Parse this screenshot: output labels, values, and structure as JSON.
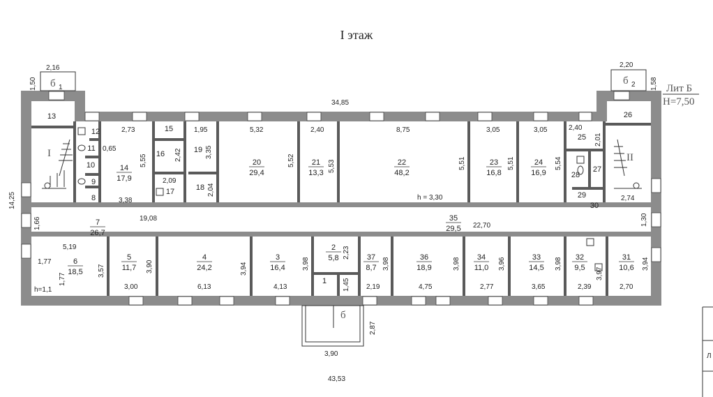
{
  "title": "I этаж",
  "lit": {
    "name": "Лит Б",
    "height": "Н=7,50"
  },
  "ceiling_height": "h = 3,30",
  "ceiling_height_small": "h=1,1",
  "porch_labels": {
    "b1": "б",
    "b1_sub": "1",
    "b2": "б",
    "b2_sub": "2",
    "b_main": "б"
  },
  "stairs": {
    "left": "I",
    "right": "II"
  },
  "dimensions": {
    "overall_top": "34,85",
    "overall_bottom": "43,53",
    "height_left": "14,25",
    "b1_width": "2,16",
    "b1_depth": "1,50",
    "b2_width": "2,20",
    "b2_depth": "1,58",
    "porch_width": "3,90",
    "porch_depth": "2,87",
    "corridor_length": "19,08",
    "corridor_length2": "22,70",
    "corridor_width_left": "1,66",
    "corridor_width_right": "1,30",
    "r14_w": "2,73",
    "r14_h": "5,55",
    "r14_b": "3,38",
    "r14_x": "0,65",
    "r19_w": "1,95",
    "r19_h": "3,35",
    "r16_h": "2,42",
    "r17_w": "2,09",
    "r18_h": "2,04",
    "r20_w": "5,32",
    "r20_h": "5,52",
    "r21_w": "2,40",
    "r21_h": "5,53",
    "r22_w": "8,75",
    "r22_h": "5,51",
    "r23_w": "3,05",
    "r23_h": "5,51",
    "r24_w": "3,05",
    "r24_h": "5,54",
    "r25_w": "2,40",
    "r25_h": "2,01",
    "r26_w": "2,74",
    "r6_w": "5,19",
    "r6_a": "1,77",
    "r6_b": "1,77",
    "r6_h": "3,57",
    "r5_w": "3,00",
    "r5_h": "3,90",
    "r4_w": "6,13",
    "r4_h": "3,94",
    "r3_w": "4,13",
    "r3_h": "3,98",
    "r2_h": "2,23",
    "r1_h": "1,45",
    "r37_w": "2,19",
    "r37_h": "3,98",
    "r36_w": "4,75",
    "r36_h": "3,98",
    "r34_w": "2,77",
    "r34_h": "3,96",
    "r33_w": "3,65",
    "r33_h": "3,98",
    "r32_w": "2,39",
    "r32_h": "3,97",
    "r31_w": "2,70",
    "r31_h": "3,94"
  },
  "rooms": [
    {
      "n": "1"
    },
    {
      "n": "2",
      "a": "5,8"
    },
    {
      "n": "3",
      "a": "16,4"
    },
    {
      "n": "4",
      "a": "24,2"
    },
    {
      "n": "5",
      "a": "11,7"
    },
    {
      "n": "6",
      "a": "18,5"
    },
    {
      "n": "7",
      "a": "26,7"
    },
    {
      "n": "8"
    },
    {
      "n": "9"
    },
    {
      "n": "10"
    },
    {
      "n": "11"
    },
    {
      "n": "12"
    },
    {
      "n": "13"
    },
    {
      "n": "14",
      "a": "17,9"
    },
    {
      "n": "15"
    },
    {
      "n": "16"
    },
    {
      "n": "17"
    },
    {
      "n": "18"
    },
    {
      "n": "19"
    },
    {
      "n": "20",
      "a": "29,4"
    },
    {
      "n": "21",
      "a": "13,3"
    },
    {
      "n": "22",
      "a": "48,2"
    },
    {
      "n": "23",
      "a": "16,8"
    },
    {
      "n": "24",
      "a": "16,9"
    },
    {
      "n": "25"
    },
    {
      "n": "26"
    },
    {
      "n": "27"
    },
    {
      "n": "28"
    },
    {
      "n": "29"
    },
    {
      "n": "30"
    },
    {
      "n": "31",
      "a": "10,6"
    },
    {
      "n": "32",
      "a": "9,5"
    },
    {
      "n": "33",
      "a": "14,5"
    },
    {
      "n": "34",
      "a": "11,0"
    },
    {
      "n": "35",
      "a": "29,5"
    },
    {
      "n": "36",
      "a": "18,9"
    },
    {
      "n": "37",
      "a": "8,7"
    }
  ],
  "side_fragment": "Л"
}
